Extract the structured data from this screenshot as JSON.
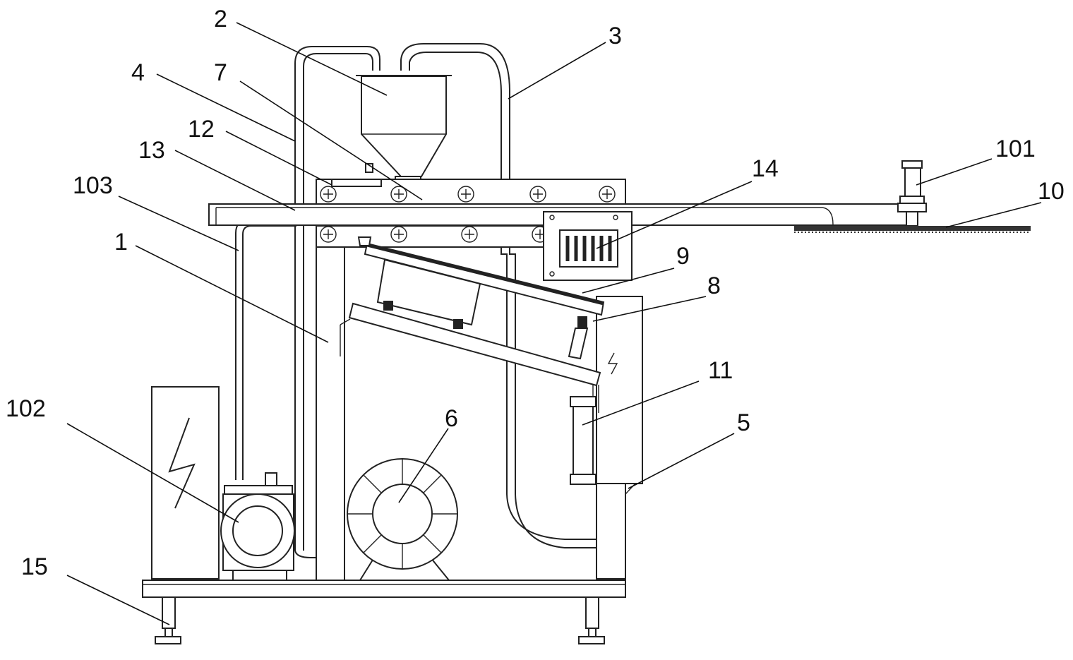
{
  "figure": {
    "labels": {
      "l1": "1",
      "l2": "2",
      "l3": "3",
      "l4": "4",
      "l5": "5",
      "l6": "6",
      "l7": "7",
      "l8": "8",
      "l9": "9",
      "l10": "10",
      "l11": "11",
      "l12": "12",
      "l13": "13",
      "l14": "14",
      "l15": "15",
      "l101": "101",
      "l102": "102",
      "l103": "103"
    }
  }
}
